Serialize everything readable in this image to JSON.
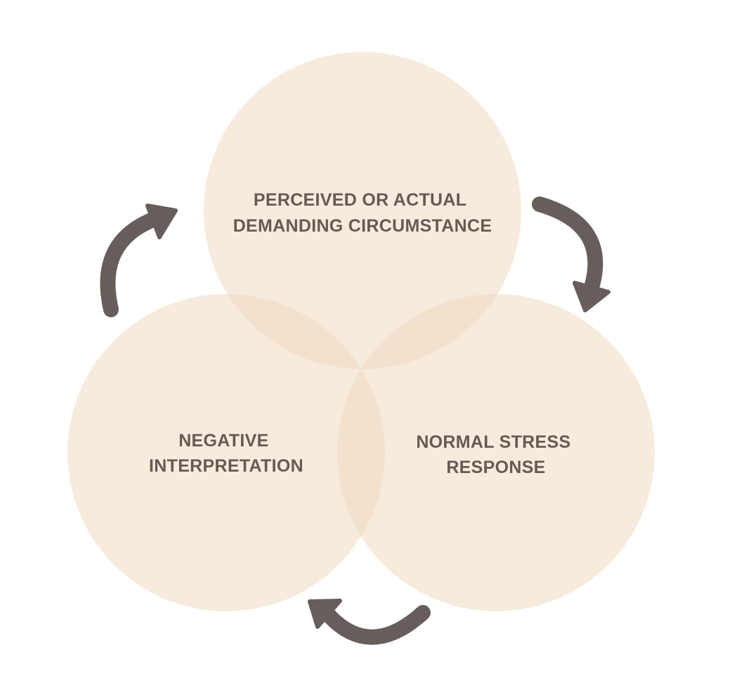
{
  "diagram": {
    "nodes": [
      {
        "id": "demanding-circumstance",
        "lines": [
          "PERCEIVED OR ACTUAL",
          "DEMANDING CIRCUMSTANCE"
        ]
      },
      {
        "id": "negative-interpretation",
        "lines": [
          "NEGATIVE",
          "INTERPRETATION"
        ]
      },
      {
        "id": "normal-stress-response",
        "lines": [
          "NORMAL STRESS",
          "RESPONSE"
        ]
      }
    ],
    "edges": [
      {
        "from": "demanding-circumstance",
        "to": "normal-stress-response"
      },
      {
        "from": "normal-stress-response",
        "to": "negative-interpretation"
      },
      {
        "from": "negative-interpretation",
        "to": "demanding-circumstance"
      }
    ],
    "colors": {
      "circle_fill": "#f0d8be",
      "text": "#675a55",
      "arrow": "#675e5c",
      "background": "#ffffff"
    }
  }
}
